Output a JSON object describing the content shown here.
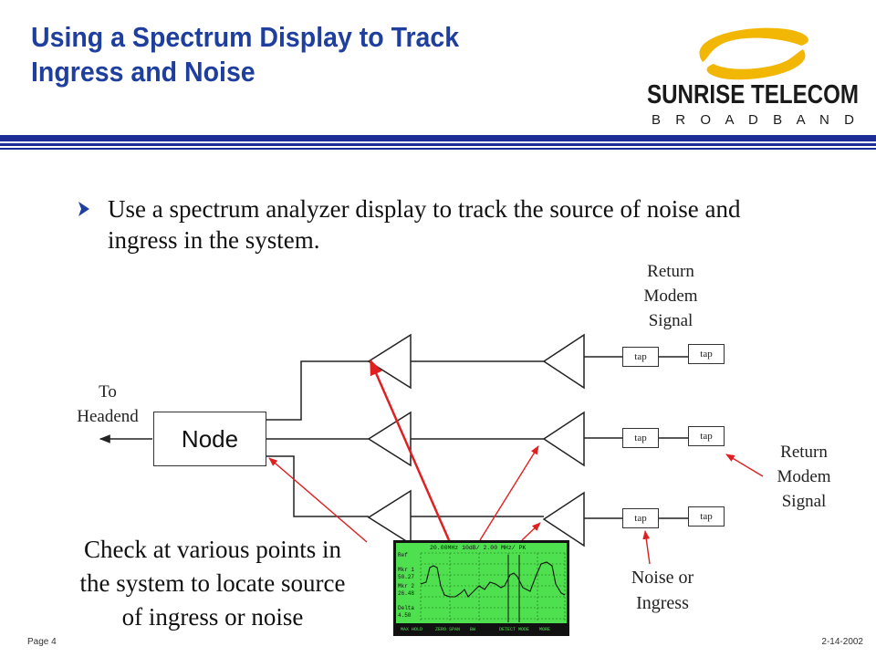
{
  "slide": {
    "title_line1": "Using a Spectrum Display to Track",
    "title_line2": "Ingress and Noise"
  },
  "logo": {
    "brand": "SUNRISE TELECOM",
    "sub": "BROADBAND",
    "colors": {
      "swoosh": "#f2b705",
      "text": "#1a1a1a"
    }
  },
  "bullet": {
    "text": "Use a spectrum analyzer display to track the source of noise and ingress in the system."
  },
  "diagram": {
    "to_headend": [
      "To",
      "Headend"
    ],
    "node_label": "Node",
    "return_top": [
      "Return",
      "Modem",
      "Signal"
    ],
    "return_right": [
      "Return",
      "Modem",
      "Signal"
    ],
    "noise": [
      "Noise or",
      "Ingress"
    ],
    "tap_label": "tap",
    "check_text": [
      "Check at various points in",
      "the system to locate source",
      "of ingress or noise"
    ],
    "arrow_color": "#e02020"
  },
  "analyzer": {
    "header": "20.00MHz 10dB/ 2.00 MHz/  PK",
    "side": [
      "Ref",
      "Mkr 1",
      "50.27",
      "Mkr 2",
      "26.48",
      "Delta",
      "4.50"
    ],
    "softkeys": [
      "MAX HOLD",
      "ZERO SPAN",
      "BW",
      "DETECT MODE",
      "MORE"
    ],
    "colors": {
      "screen": "#4ee04e",
      "trace": "#1a1a1a",
      "frame": "#121212"
    }
  },
  "footer": {
    "page": "Page 4",
    "date": "2-14-2002"
  }
}
